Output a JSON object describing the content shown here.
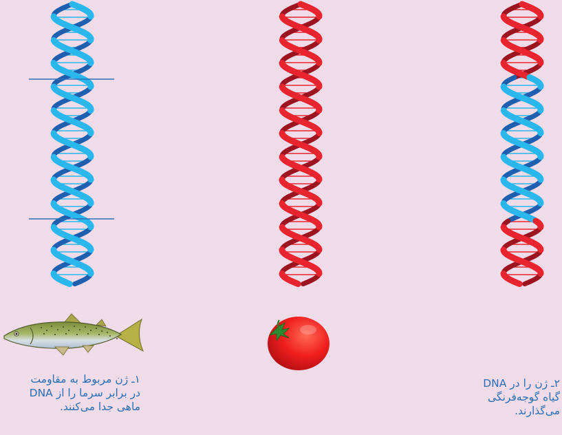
{
  "colors": {
    "background": "#f0dbe9",
    "fish_helix_light": "#29b7ec",
    "fish_helix_dark": "#1f5fb0",
    "tomato_helix_light": "#e8242e",
    "tomato_helix_dark": "#9c1420",
    "caption_text": "#2a6fb5",
    "cut_lines": "#2a6fb5"
  },
  "strands": [
    {
      "name": "fish-dna",
      "colorScheme": "blue",
      "hasCutLines": true
    },
    {
      "name": "tomato-dna",
      "colorScheme": "red",
      "hasCutLines": false
    },
    {
      "name": "recombinant-dna",
      "colorScheme": "red-with-blue-insert",
      "hasCutLines": false
    }
  ],
  "organisms": {
    "fish": {
      "icon": "salmon-fish-icon"
    },
    "tomato": {
      "icon": "tomato-icon"
    }
  },
  "captions": {
    "step1": {
      "line1": "۱ـ ژن مربوط به مقاومت",
      "line2": "در برابر سرما را از DNA",
      "line3": "ماهی جدا می‌کنند."
    },
    "step2": {
      "line1": "۲ـ ژن را در DNA",
      "line2": "گیاه گوجه‌فرنگی",
      "line3": "می‌گذارند."
    }
  }
}
